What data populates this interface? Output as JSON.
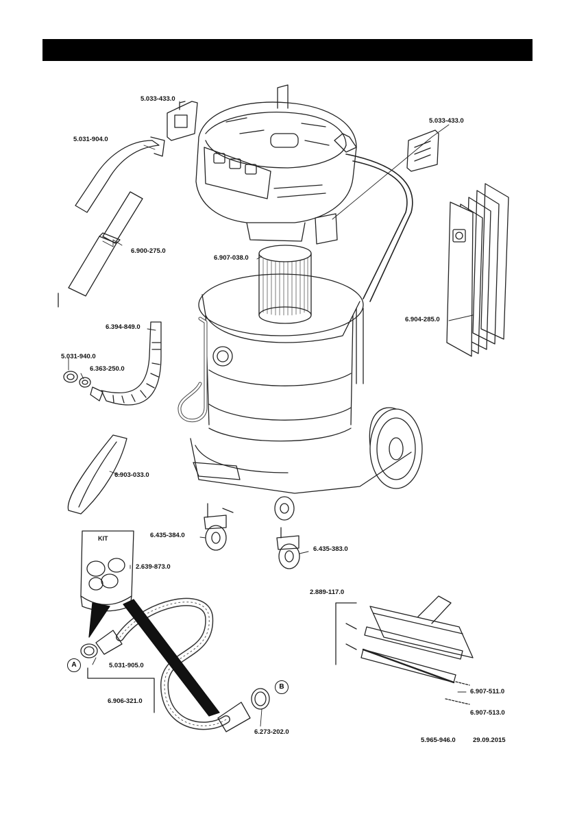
{
  "parts": {
    "lid_cover_left": "5.033-433.0",
    "lid_cover_right": "5.033-433.0",
    "bent_tube": "5.031-904.0",
    "extension_tubes": "6.900-275.0",
    "cartridge_filter": "6.907-038.0",
    "filter_bags": "6.904-285.0",
    "hose_short": "6.394-849.0",
    "ring_small": "5.031-940.0",
    "adapter": "6.363-250.0",
    "crevice_nozzle": "6.903-033.0",
    "castor_front": "6.435-384.0",
    "castor_rear": "6.435-383.0",
    "kit": "2.639-873.0",
    "floor_nozzle": "2.889-117.0",
    "ring_a": "5.031-905.0",
    "hose_long": "6.906-321.0",
    "ring_b": "6.273-202.0",
    "wiper_strip_1": "6.907-511.0",
    "wiper_strip_2": "6.907-513.0"
  },
  "kit_label": "KIT",
  "markers": {
    "a": "A",
    "b": "B"
  },
  "footer": {
    "doc_number": "5.965-946.0",
    "date": "29.09.2015"
  }
}
